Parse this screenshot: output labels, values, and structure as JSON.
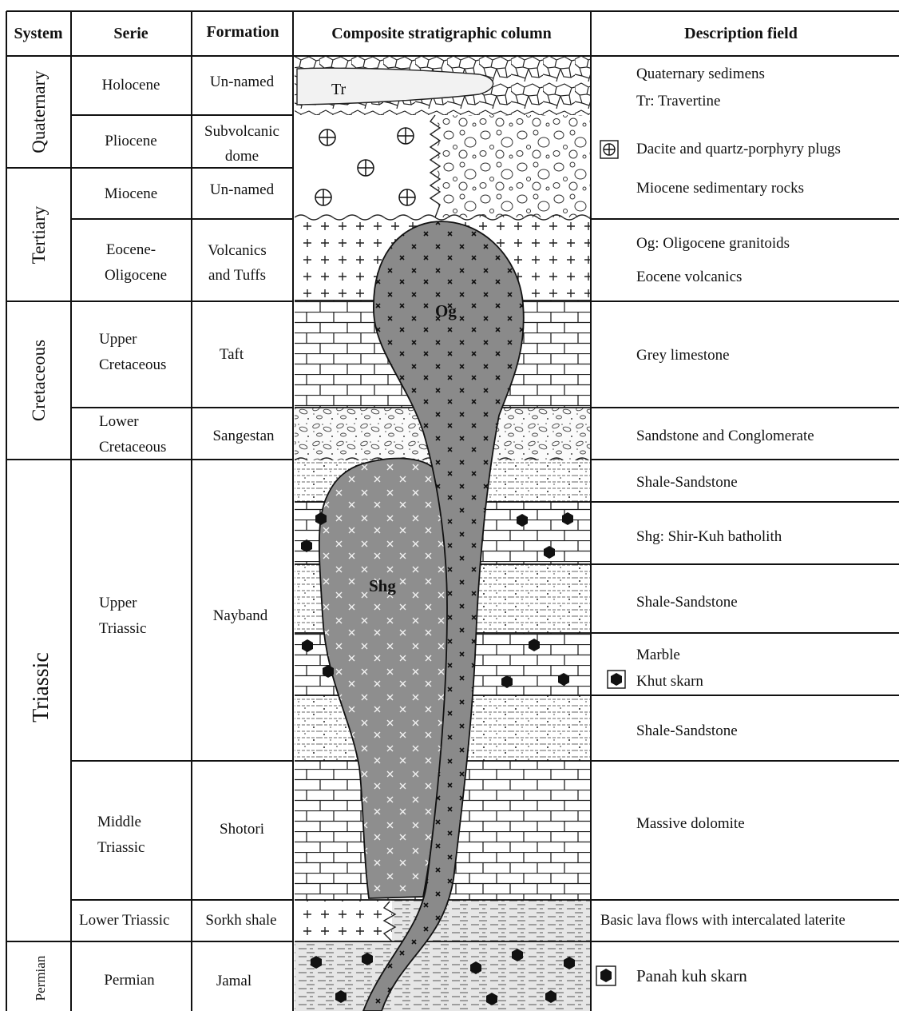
{
  "headers": {
    "system": "System",
    "serie": "Serie",
    "formation": "Formation",
    "column": "Composite stratigraphic column",
    "description": "Description field"
  },
  "systems": {
    "quaternary": "Quaternary",
    "tertiary": "Tertiary",
    "cretaceous": "Cretaceous",
    "triassic": "Triassic",
    "permian": "Permian"
  },
  "series": {
    "holocene": "Holocene",
    "pliocene": "Pliocene",
    "miocene": "Miocene",
    "eo_oligo_1": "Eocene-",
    "eo_oligo_2": "Oligocene",
    "upper_cret_1": "Upper",
    "upper_cret_2": "Cretaceous",
    "lower_cret_1": "Lower",
    "lower_cret_2": "Cretaceous",
    "upper_tri_1": "Upper",
    "upper_tri_2": "Triassic",
    "middle_tri_1": "Middle",
    "middle_tri_2": "Triassic",
    "lower_tri": "Lower Triassic",
    "permian": "Permian"
  },
  "formations": {
    "unnamed_1": "Un-named",
    "subvolcanic_1": "Subvolcanic",
    "subvolcanic_2": "dome",
    "unnamed_2": "Un-named",
    "volcanics_1": "Volcanics",
    "volcanics_2": "and Tuffs",
    "taft": "Taft",
    "sangestan": "Sangestan",
    "nayband": "Nayband",
    "shotori": "Shotori",
    "sorkh": "Sorkh shale",
    "jamal": "Jamal"
  },
  "column_labels": {
    "tr": "Tr",
    "og": "Og",
    "shg": "Shg"
  },
  "descriptions": {
    "quaternary_1": "Quaternary sedimens",
    "quaternary_2": "Tr: Travertine",
    "dacite": "Dacite and quartz-porphyry plugs",
    "miocene": "Miocene sedimentary rocks",
    "og": "Og: Oligocene granitoids",
    "eocene": "Eocene volcanics",
    "grey_limestone": "Grey limestone",
    "sandstone_conglomerate": "Sandstone and Conglomerate",
    "shale_sandstone_1": "Shale-Sandstone",
    "shg": "Shg: Shir-Kuh batholith",
    "shale_sandstone_2": "Shale-Sandstone",
    "marble": "Marble",
    "khut": "Khut skarn",
    "shale_sandstone_3": "Shale-Sandstone",
    "massive_dolomite": "Massive dolomite",
    "basic_lava": "Basic lava flows with intercalated laterite",
    "panah": "Panah kuh skarn"
  },
  "colors": {
    "line": "#111111",
    "intrusion_og": "#8a8a8a",
    "intrusion_shg": "#8d8d8d",
    "travertine": "#f2f2f2",
    "shale_fill": "#dcdcdc"
  }
}
